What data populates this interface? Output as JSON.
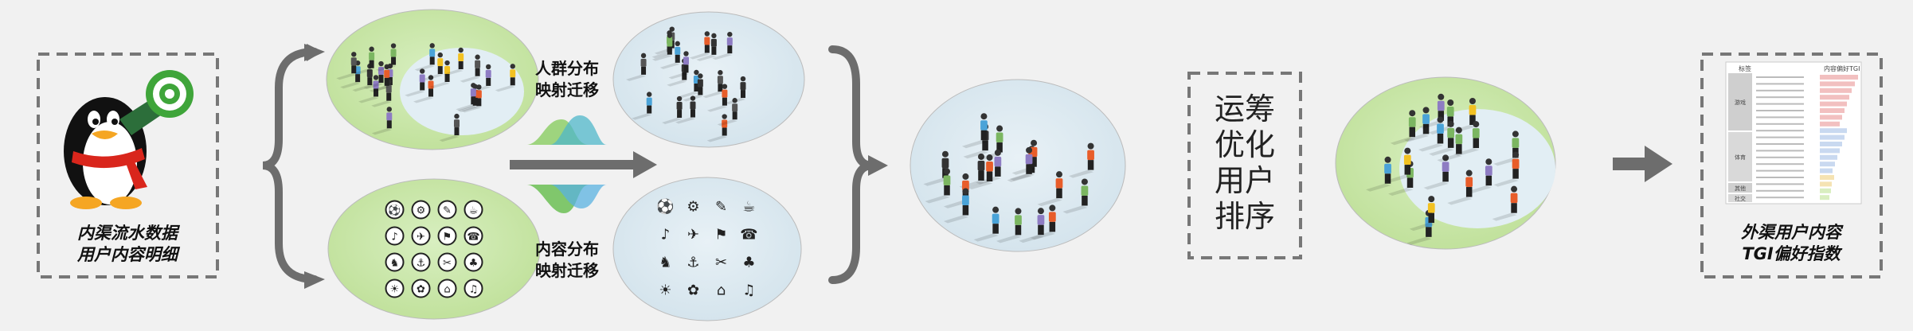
{
  "source": {
    "line1": "内渠流水数据",
    "line2": "用户内容明细"
  },
  "crowd_map": {
    "line1": "人群分布",
    "line2": "映射迁移"
  },
  "content_map": {
    "line1": "内容分布",
    "line2": "映射迁移"
  },
  "optimize": {
    "line1": "运筹",
    "line2": "优化",
    "line3": "用户",
    "line4": "排序"
  },
  "result": {
    "line1": "外渠用户内容",
    "line2": "TGI偏好指数"
  },
  "table_header": {
    "col1": "标签",
    "col2": "内容偏好TGI"
  },
  "table_groups": {
    "g1": "游戏",
    "g2": "体育",
    "g3": "其他",
    "g4": "社交"
  },
  "colors": {
    "green": "#c4e3a0",
    "blue": "#dbe8ef",
    "arrow": "#6d6d6d",
    "dash": "#777777"
  },
  "icons": [
    "person-figure-icon",
    "penguin-mascot-icon",
    "telescope-icon",
    "content-category-icon"
  ]
}
